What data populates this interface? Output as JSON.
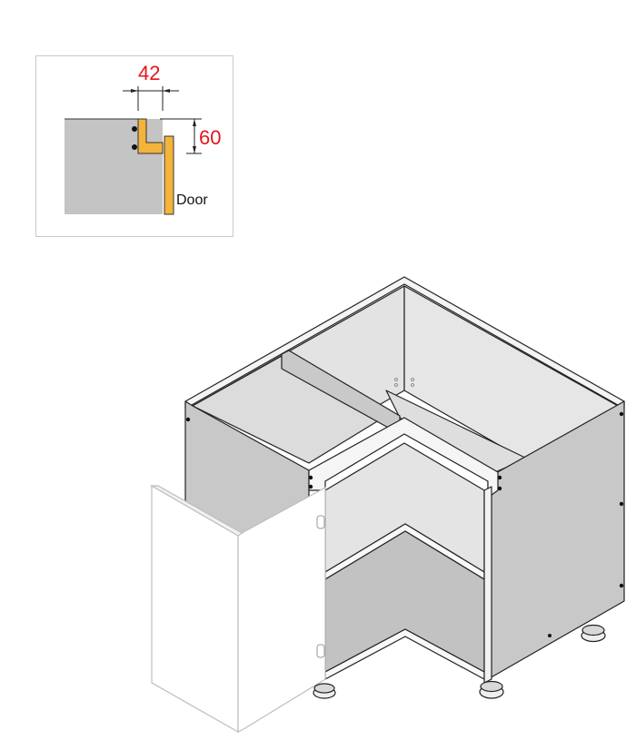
{
  "inset": {
    "title": "Corner cabinet door clearance detail",
    "dimension_width": "42",
    "dimension_height": "60",
    "door_label": "Door",
    "colors": {
      "panel": "#c4c4c4",
      "filler": "#f4b33a",
      "dimension_text": "#e8141b"
    }
  },
  "drawing": {
    "subject": "L-shaped corner base cabinet with open door, shelf and adjustable legs",
    "colors": {
      "side_panel": "#c8c8c8",
      "inner_back": "#e2e2e2",
      "inner_lower": "#c2c2c2",
      "top_rail": "#f2f2f2",
      "door": "#ffffff",
      "outline": "#222222"
    }
  }
}
